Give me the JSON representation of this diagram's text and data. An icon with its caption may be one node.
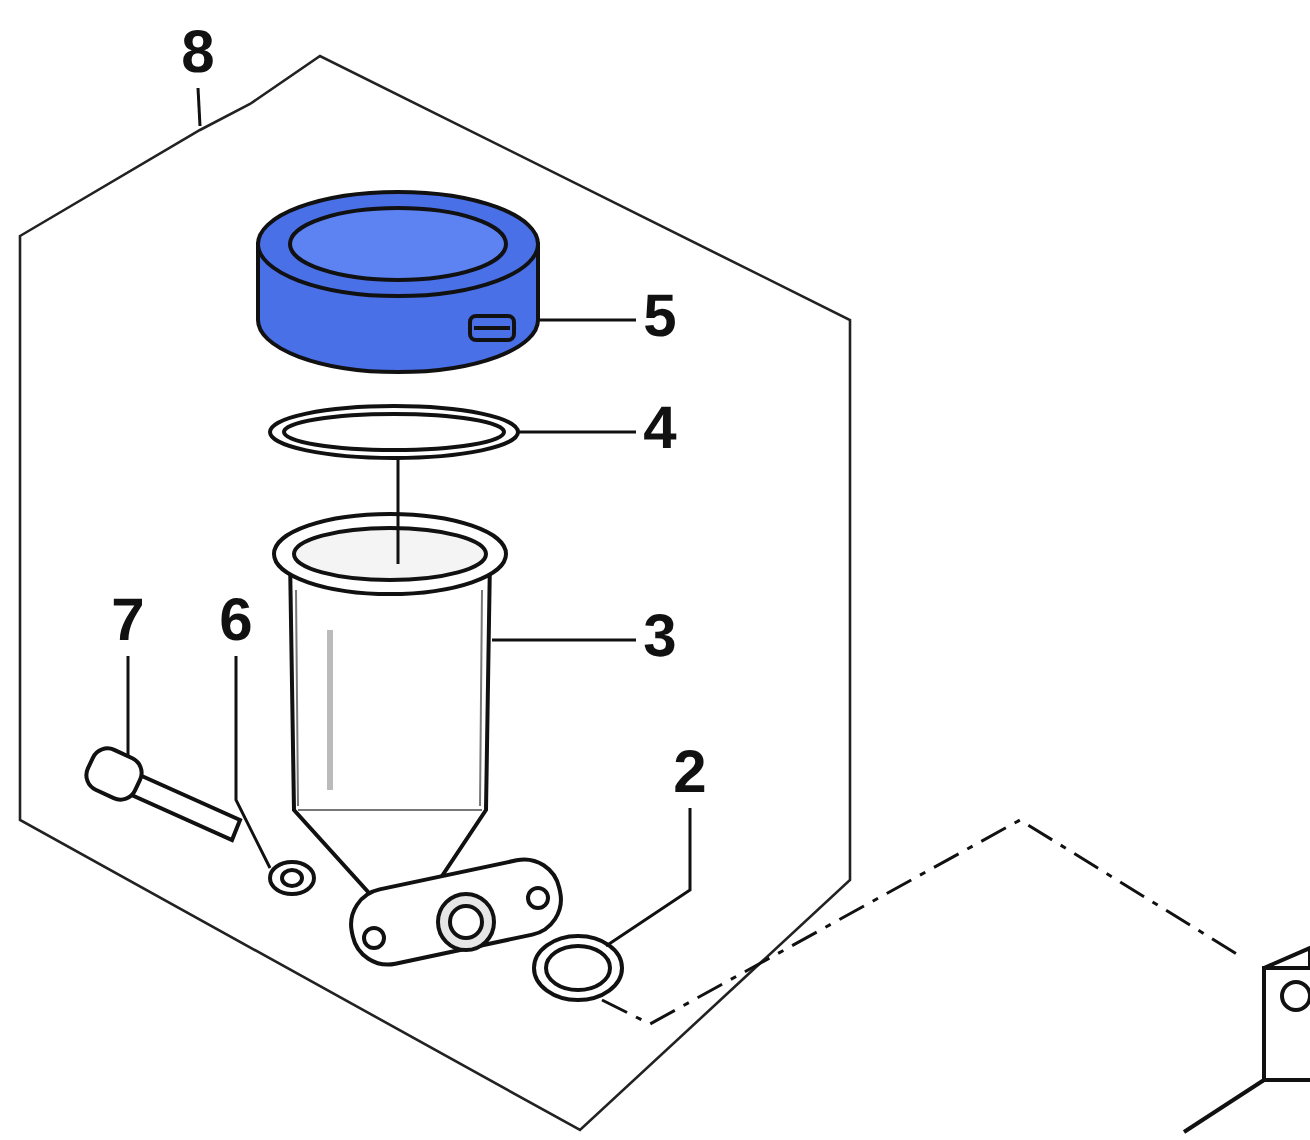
{
  "diagram": {
    "nodes": [
      {
        "text": [
          "8"
        ]
      },
      {
        "text": [],
        "shape": "box"
      },
      {
        "text": [
          "5"
        ],
        "in": 1
      },
      {
        "text": [],
        "shape": "picture",
        "in": 1
      },
      {
        "text": [
          "4"
        ],
        "in": 1
      },
      {
        "text": [],
        "shape": "picture",
        "in": 1
      },
      {
        "text": [
          "3"
        ],
        "in": 1
      },
      {
        "text": [],
        "shape": "picture",
        "in": 1
      },
      {
        "text": [
          "7"
        ],
        "in": 1
      },
      {
        "text": [],
        "shape": "picture",
        "in": 1
      },
      {
        "text": [
          "6"
        ],
        "in": 1
      },
      {
        "text": [],
        "shape": "picture",
        "in": 1
      },
      {
        "text": [
          "2"
        ],
        "in": 1
      },
      {
        "text": [],
        "shape": "picture",
        "in": 1
      },
      {
        "text": [],
        "shape": "picture"
      }
    ],
    "edges": [
      {
        "from": 0,
        "to": 1,
        "arrow": "none"
      },
      {
        "from": 2,
        "to": 3,
        "arrow": "none"
      },
      {
        "from": 4,
        "to": 5,
        "arrow": "none"
      },
      {
        "from": 5,
        "to": 7,
        "arrow": "none"
      },
      {
        "from": 6,
        "to": 7,
        "arrow": "none"
      },
      {
        "from": 8,
        "to": 9,
        "arrow": "none"
      },
      {
        "from": 10,
        "to": 11,
        "arrow": "none"
      },
      {
        "from": 12,
        "to": 13,
        "arrow": "none"
      },
      {
        "from": 13,
        "to": 14,
        "arrow": "none",
        "style": "dashed"
      }
    ]
  }
}
